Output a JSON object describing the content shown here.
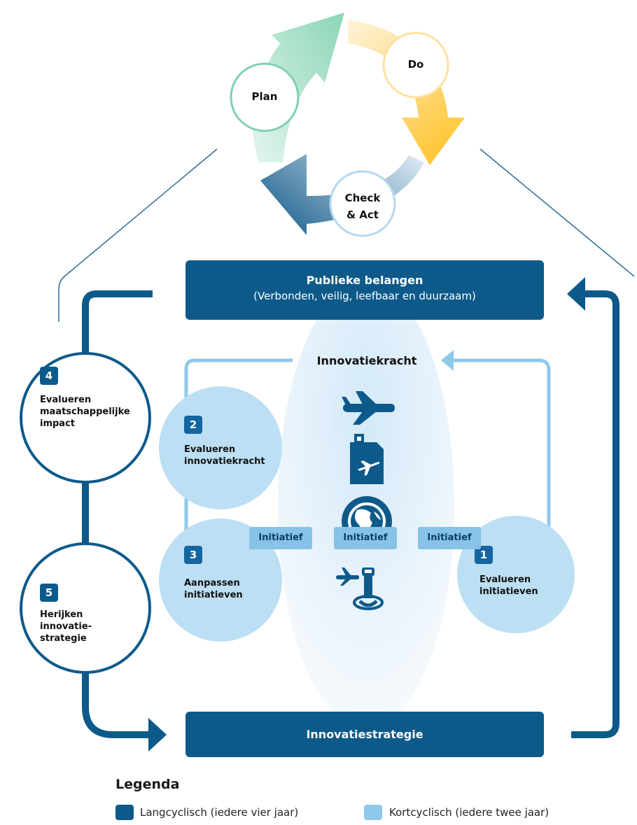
{
  "pdca": {
    "plan": "Plan",
    "do": "Do",
    "check_line1": "Check",
    "check_line2": "& Act"
  },
  "top_box": {
    "title": "Publieke belangen",
    "subtitle": "(Verbonden, veilig, leefbaar en duurzaam)"
  },
  "center": {
    "title": "Innovatiekracht",
    "icons": [
      "airplane-icon",
      "fuel-can-plane-icon",
      "globe-icon",
      "plane-control-tower-icon"
    ]
  },
  "steps": [
    {
      "number": "1",
      "line1": "Evalueren",
      "line2": "initiatieven"
    },
    {
      "number": "2",
      "line1": "Evalueren",
      "line2": "innovatiekracht"
    },
    {
      "number": "3",
      "line1": "Aanpassen",
      "line2": "initiatieven"
    },
    {
      "number": "4",
      "line1": "Evalueren",
      "line2": "maatschappelijke",
      "line3": "impact"
    },
    {
      "number": "5",
      "line1": "Herijken",
      "line2": "innovatie-",
      "line3": "strategie"
    }
  ],
  "initiatives": [
    "Initiatief",
    "Initiatief",
    "Initiatief"
  ],
  "bottom_box": {
    "title": "Innovatiestrategie"
  },
  "legend": {
    "title": "Legenda",
    "items": [
      {
        "label": "Langcyclisch (iedere vier jaar)",
        "color": "#0d5a8a"
      },
      {
        "label": "Kortcyclisch (iedere twee jaar)",
        "color": "#8ec9ea"
      }
    ]
  },
  "colors": {
    "dark_blue": "#0d5a8a",
    "light_blue": "#8ec9ea",
    "circle_light": "#bcdff3",
    "plan_green": "#7fd0b0",
    "do_yellow": "#ffcd5c",
    "check_blue": "#2e6f99"
  }
}
